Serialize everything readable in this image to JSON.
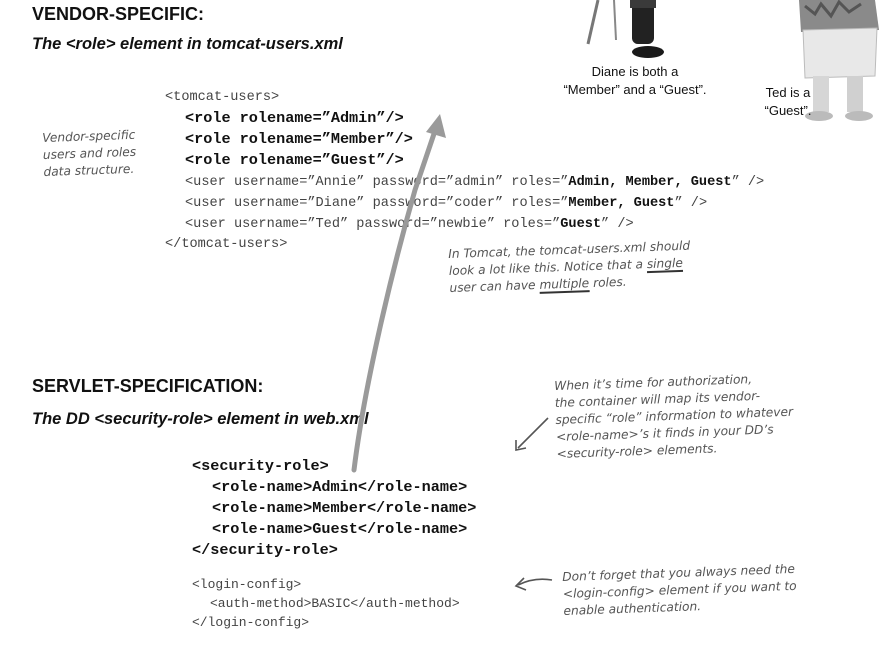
{
  "vendor": {
    "heading": "VENDOR-SPECIFIC:",
    "subheading": "The <role> element in tomcat-users.xml",
    "code": {
      "open_tag": "<tomcat-users>",
      "roles": [
        "<role rolename=”Admin”/>",
        "<role rolename=”Member”/>",
        "<role rolename=”Guest”/>"
      ],
      "users": [
        {
          "pre": "<user username=”Annie” password=”admin” roles=”",
          "roles": "Admin, Member, Guest",
          "post": "” />"
        },
        {
          "pre": "<user username=”Diane” password=”coder” roles=”",
          "roles": "Member, Guest",
          "post": "” />"
        },
        {
          "pre": "<user username=”Ted” password=”newbie” roles=”",
          "roles": "Guest",
          "post": "” />"
        }
      ],
      "close_tag": "</tomcat-users>"
    },
    "side_note": "Vendor-specific\nusers and roles\ndata structure.",
    "note_parts": [
      "In Tomcat, the tomcat-users.xml should\nlook a lot like this. Notice that a ",
      "single",
      "\nuser can have ",
      "multiple",
      " roles."
    ]
  },
  "people": {
    "diane_caption": "Diane is both a\n“Member” and a “Guest”.",
    "ted_caption": "Ted is a\n“Guest”."
  },
  "servlet": {
    "heading": "SERVLET-SPECIFICATION:",
    "subheading": "The DD <security-role> element in web.xml",
    "security_role_open": "<security-role>",
    "role_names": [
      "<role-name>Admin</role-name>",
      "<role-name>Member</role-name>",
      "<role-name>Guest</role-name>"
    ],
    "security_role_close": "</security-role>",
    "login_config_open": "<login-config>",
    "auth_method": "<auth-method>BASIC</auth-method>",
    "login_config_close": "</login-config>",
    "authorization_note": "When it’s time for authorization,\nthe container will map its vendor-\nspecific “role” information to whatever\n<role-name>’s it finds in your DD’s\n<security-role> elements.",
    "login_note": "Don’t forget that you always need the\n<login-config> element if you want to\nenable authentication."
  }
}
